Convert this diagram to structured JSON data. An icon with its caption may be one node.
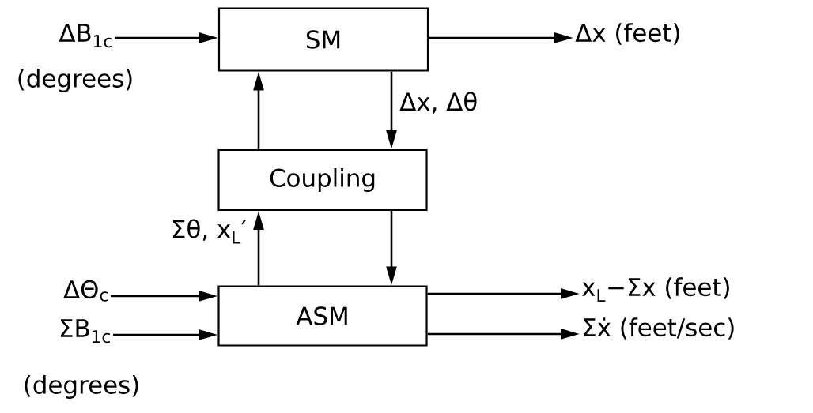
{
  "diagram": {
    "nodes": [
      {
        "text": [
          "SM"
        ]
      },
      {
        "text": [
          "Coupling"
        ]
      },
      {
        "text": [
          "ASM"
        ]
      },
      {
        "text": [
          "ΔB$_{1c}$"
        ],
        "beside": [
          "(degrees)"
        ]
      },
      {
        "text": [
          "Δx   (feet)"
        ]
      },
      {
        "text": [
          "ΔΘ$_{c}$"
        ]
      },
      {
        "text": [
          "ΣB$_{1c}$"
        ],
        "beside": [
          "(degrees)"
        ]
      },
      {
        "text": [
          "x$_{L}$−Σx (feet)"
        ]
      },
      {
        "text": [
          "Σẋ (feet/sec)"
        ]
      }
    ],
    "edges": [
      {
        "from": 3,
        "to": 0,
        "arrow": "to"
      },
      {
        "from": 0,
        "to": 4,
        "arrow": "to"
      },
      {
        "from": 0,
        "to": 1,
        "arrow": "to",
        "label": "Δx, Δθ"
      },
      {
        "from": 1,
        "to": 0,
        "arrow": "to"
      },
      {
        "from": 2,
        "to": 1,
        "arrow": "to",
        "label": "Σθ, x$_{L}$′"
      },
      {
        "from": 1,
        "to": 2,
        "arrow": "to"
      },
      {
        "from": 5,
        "to": 2,
        "arrow": "to"
      },
      {
        "from": 6,
        "to": 2,
        "arrow": "to"
      },
      {
        "from": 2,
        "to": 7,
        "arrow": "to"
      },
      {
        "from": 2,
        "to": 8,
        "arrow": "to"
      }
    ]
  }
}
